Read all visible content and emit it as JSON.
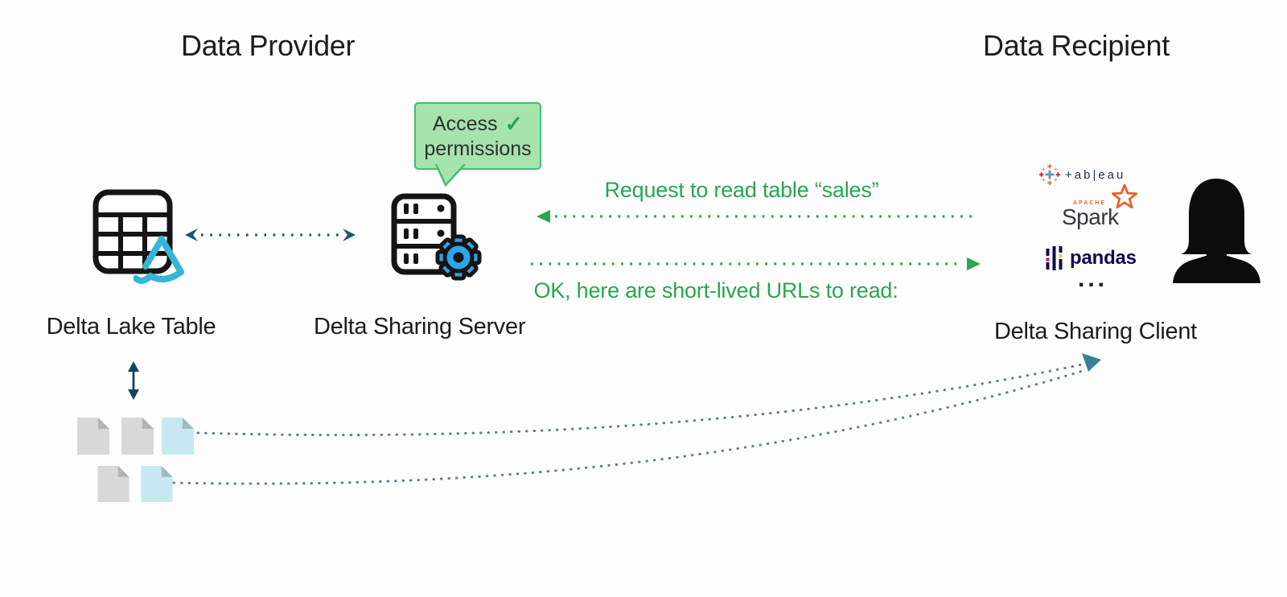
{
  "canvas": {
    "background": "#fcfdfc"
  },
  "provider": {
    "title": "Data Provider",
    "table_label": "Delta Lake Table",
    "server_label": "Delta Sharing Server"
  },
  "recipient": {
    "title": "Data Recipient",
    "client_label": "Delta Sharing Client",
    "ellipsis": "..."
  },
  "logos": {
    "tableau": "+ab|eau",
    "spark_apache": "APACHE",
    "spark": "Spark",
    "pandas": "pandas"
  },
  "bubble": {
    "line1": "Access",
    "check": "✓",
    "line2": "permissions"
  },
  "messages": {
    "request": "Request to read table “sales”",
    "response": "OK, here are short-lived URLs to read:"
  },
  "colors": {
    "green": "#2aa551",
    "bubble_fill": "#a7e3ac",
    "bubble_border": "#44bd74",
    "teal_arrow": "#1a576e",
    "path_dots": "#5a7e8c",
    "path_arrowhead": "#37809a",
    "delta_cyan": "#35b6d8",
    "gear_blue": "#2ba6e8",
    "file_gray": "#d8d8d8",
    "file_blue": "#c8e8f1",
    "pandas_navy": "#130754",
    "spark_orange": "#e8622c",
    "tableau_navy": "#1f2c56"
  }
}
